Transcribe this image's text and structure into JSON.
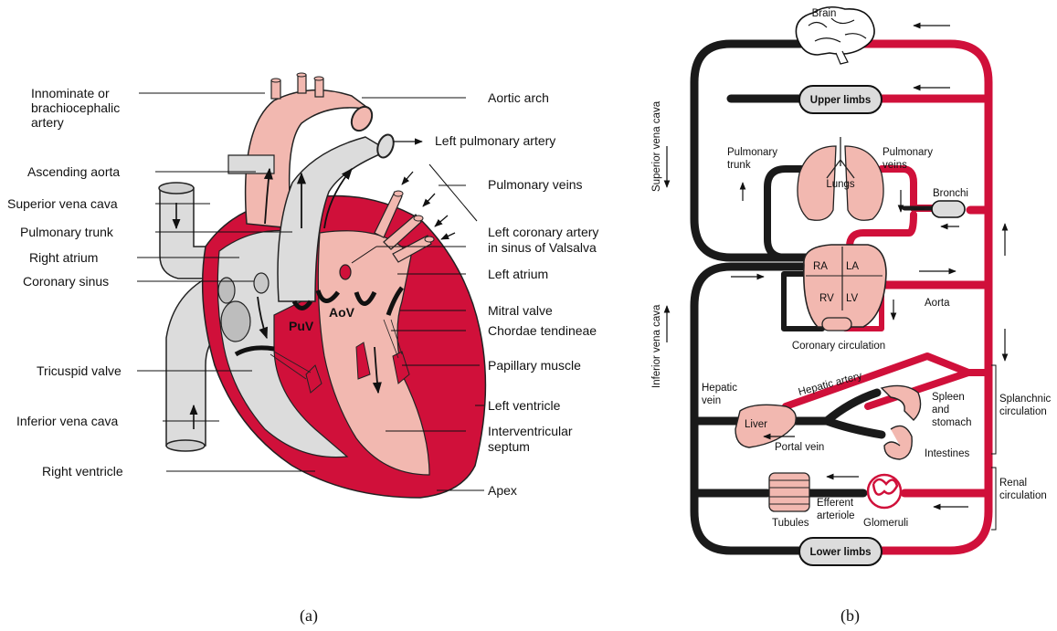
{
  "panel_a": {
    "caption": "(a)",
    "labels": {
      "innominate": [
        "Innominate or",
        "brachiocephalic",
        "artery"
      ],
      "ascending_aorta": "Ascending aorta",
      "superior_vena_cava": "Superior vena cava",
      "pulmonary_trunk": "Pulmonary trunk",
      "right_atrium": "Right atrium",
      "coronary_sinus": "Coronary sinus",
      "tricuspid_valve": "Tricuspid valve",
      "inferior_vena_cava": "Inferior vena cava",
      "right_ventricle": "Right ventricle",
      "aortic_arch": "Aortic arch",
      "left_pulmonary_artery": "Left pulmonary artery",
      "pulmonary_veins": "Pulmonary veins",
      "left_coronary_artery": [
        "Left coronary artery",
        "in sinus of Valsalva"
      ],
      "left_atrium": "Left atrium",
      "mitral_valve": "Mitral valve",
      "chordae_tendineae": "Chordae tendineae",
      "papillary_muscle": "Papillary muscle",
      "left_ventricle": "Left ventricle",
      "interventricular_septum": [
        "Interventricular",
        "septum"
      ],
      "apex": "Apex",
      "puv": "PuV",
      "aov": "AoV"
    }
  },
  "panel_b": {
    "caption": "(b)",
    "labels": {
      "brain": "Brain",
      "upper_limbs": "Upper limbs",
      "lower_limbs": "Lower limbs",
      "superior_vena_cava": "Superior vena cava",
      "inferior_vena_cava": "Inferior vena cava",
      "pulmonary_trunk": [
        "Pulmonary",
        "trunk"
      ],
      "pulmonary_veins": [
        "Pulmonary",
        "veins"
      ],
      "lungs": "Lungs",
      "bronchi": "Bronchi",
      "ra": "RA",
      "la": "LA",
      "rv": "RV",
      "lv": "LV",
      "aorta": "Aorta",
      "coronary_circulation": "Coronary circulation",
      "hepatic_artery": "Hepatic artery",
      "hepatic_vein": [
        "Hepatic",
        "vein"
      ],
      "liver": "Liver",
      "portal_vein": "Portal vein",
      "spleen_stomach": [
        "Spleen",
        "and",
        "stomach"
      ],
      "intestines": "Intestines",
      "splanchnic_circulation": [
        "Splanchnic",
        "circulation"
      ],
      "tubules": "Tubules",
      "efferent_arteriole": [
        "Efferent",
        "arteriole"
      ],
      "glomeruli": "Glomeruli",
      "renal_circulation": [
        "Renal",
        "circulation"
      ]
    }
  },
  "colors": {
    "arterial_red": "#d0103a",
    "venous_black": "#1a1a1a",
    "heart_pink": "#f2b8b0",
    "vein_gray": "#dcdcdc",
    "outline": "#222222"
  }
}
